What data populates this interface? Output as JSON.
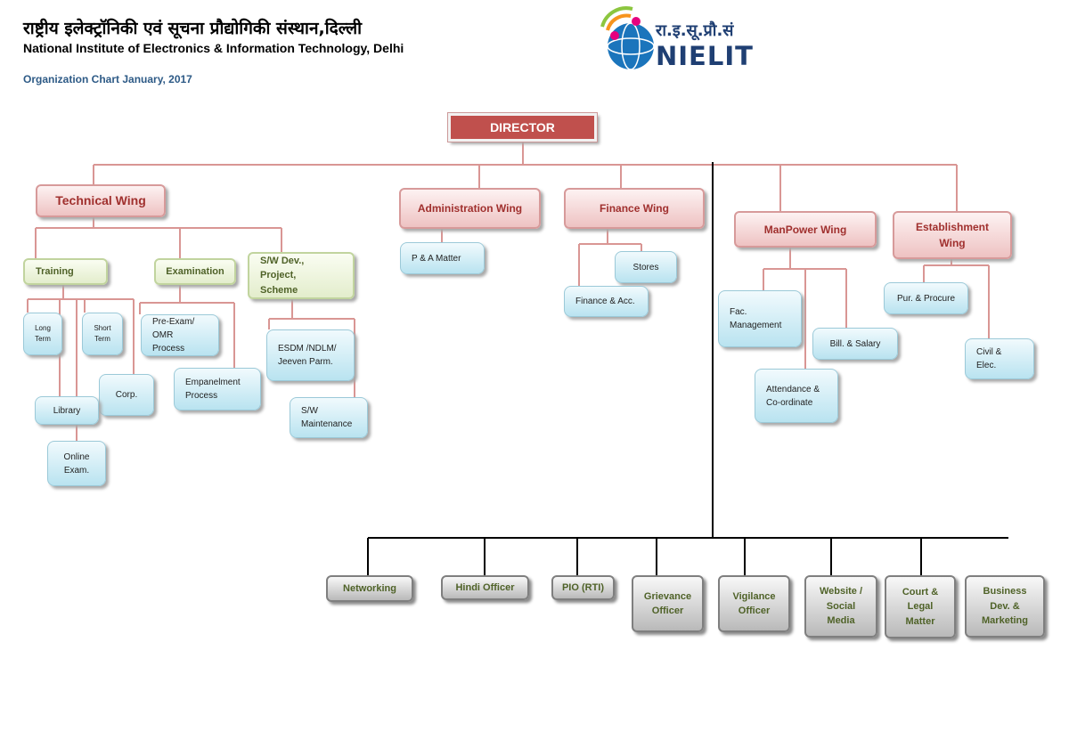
{
  "header": {
    "title_hindi": "राष्ट्रीय इलेक्ट्रॉनिकी एवं सूचना प्रौद्योगिकी संस्थान,दिल्ली",
    "title_english": "National Institute of Electronics & Information Technology, Delhi",
    "subtitle": "Organization Chart January, 2017"
  },
  "logo": {
    "hindi": "रा.इ.सू.प्रौ.सं",
    "english": "NIELIT"
  },
  "chart": {
    "director": "DIRECTOR",
    "wings": {
      "technical": "Technical Wing",
      "administration": "Administration Wing",
      "finance": "Finance Wing",
      "manpower": "ManPower Wing",
      "establishment": "Establishment Wing"
    },
    "technical_units": {
      "training": "Training",
      "examination": "Examination",
      "swdev": "S/W Dev., Project, Scheme"
    },
    "training_units": {
      "long_term": "Long Term",
      "short_term": "Short Term",
      "corp": "Corp.",
      "library": "Library",
      "online_exam": "Online Exam."
    },
    "exam_units": {
      "pre_exam": "Pre-Exam/ OMR Process",
      "empanelment": "Empanelment Process"
    },
    "swdev_units": {
      "esdm": "ESDM /NDLM/ Jeeven Parm.",
      "sw_maintenance": "S/W Maintenance"
    },
    "admin_units": {
      "pa_matter": "P & A Matter"
    },
    "finance_units": {
      "stores": "Stores",
      "finance_acc": "Finance & Acc."
    },
    "manpower_units": {
      "fac_management": "Fac. Management",
      "bill_salary": "Bill. & Salary",
      "attendance": "Attendance & Co-ordinate"
    },
    "establishment_units": {
      "pur_procure": "Pur. & Procure",
      "civil_elec": "Civil & Elec."
    },
    "officers": {
      "networking": "Networking",
      "hindi_officer": "Hindi Officer",
      "pio": "PIO (RTI)",
      "grievance": "Grievance Officer",
      "vigilance": "Vigilance Officer",
      "website": "Website / Social Media",
      "court": "Court & Legal Matter",
      "business": "Business Dev. & Marketing"
    }
  },
  "colors": {
    "connector_red": "#d99694",
    "connector_black": "#000000",
    "director_fill": "#c0504d",
    "wing_text": "#a0302e",
    "green_text": "#4f6228",
    "header_sub": "#2d5a86",
    "logo_blue": "#1f3f73"
  }
}
